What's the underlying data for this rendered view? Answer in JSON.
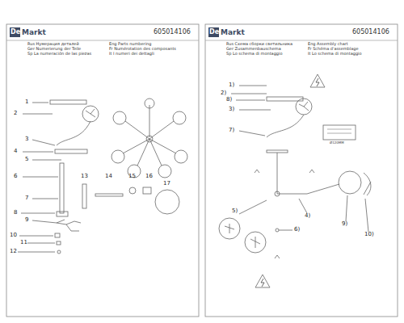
{
  "diagram": {
    "labels": [
      "De",
      "Markt",
      "605014106",
      "Rus Нумерация деталей",
      "Eng Parts numbering",
      "Ger Numerierung der Teile",
      "Fr Numérotation des composants",
      "Sp La numeración de las piezas",
      "It I numeri dei dettagli",
      "1",
      "2",
      "3",
      "4",
      "5",
      "6",
      "7",
      "8",
      "9",
      "10",
      "11",
      "12",
      "13",
      "14",
      "15",
      "16",
      "17",
      "De",
      "Markt",
      "605014106",
      "Rus Схема сборки светильника",
      "Eng Assembly chart",
      "Ger Zusammenbauschema",
      "Fr Schéma d'assemblage",
      "Sp Lo schema di montaggio",
      "It Lo schema di montaggio",
      "1)",
      "2)",
      "8)",
      "3)",
      "7)",
      "4)",
      "9)",
      "10)",
      "5)",
      "6)",
      "Ø120MM"
    ]
  }
}
